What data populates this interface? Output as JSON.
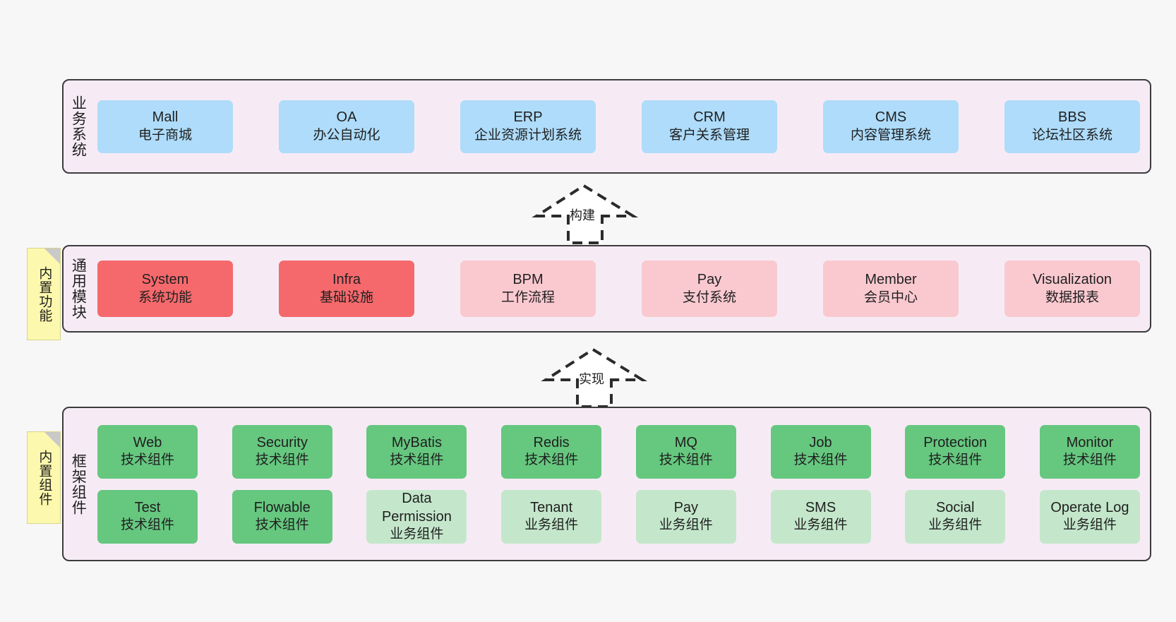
{
  "palette": {
    "canvas_bg": "#f7f7f7",
    "layer_bg": "#f6ebf5",
    "layer_border": "#3c3c3c",
    "blue": "#aedcfa",
    "red": "#f5696c",
    "pink": "#fac9d0",
    "green": "#66c77f",
    "light_green": "#c4e7cb",
    "note_bg": "#fcf8ad",
    "note_fold": "#c9c9c9",
    "text": "#1f1f1f"
  },
  "layers": {
    "business": {
      "title": "业务系统",
      "cards": [
        {
          "en": "Mall",
          "cn": "电子商城"
        },
        {
          "en": "OA",
          "cn": "办公自动化"
        },
        {
          "en": "ERP",
          "cn": "企业资源计划系统"
        },
        {
          "en": "CRM",
          "cn": "客户关系管理"
        },
        {
          "en": "CMS",
          "cn": "内容管理系统"
        },
        {
          "en": "BBS",
          "cn": "论坛社区系统"
        }
      ]
    },
    "module": {
      "title": "通用模块",
      "note": "内置功能",
      "cards": [
        {
          "en": "System",
          "cn": "系统功能",
          "color": "red"
        },
        {
          "en": "Infra",
          "cn": "基础设施",
          "color": "red"
        },
        {
          "en": "BPM",
          "cn": "工作流程",
          "color": "pink"
        },
        {
          "en": "Pay",
          "cn": "支付系统",
          "color": "pink"
        },
        {
          "en": "Member",
          "cn": "会员中心",
          "color": "pink"
        },
        {
          "en": "Visualization",
          "cn": "数据报表",
          "color": "pink"
        }
      ]
    },
    "framework": {
      "title": "框架组件",
      "note": "内置组件",
      "row1": [
        {
          "en": "Web",
          "cn": "技术组件",
          "color": "green"
        },
        {
          "en": "Security",
          "cn": "技术组件",
          "color": "green"
        },
        {
          "en": "MyBatis",
          "cn": "技术组件",
          "color": "green"
        },
        {
          "en": "Redis",
          "cn": "技术组件",
          "color": "green"
        },
        {
          "en": "MQ",
          "cn": "技术组件",
          "color": "green"
        },
        {
          "en": "Job",
          "cn": "技术组件",
          "color": "green"
        },
        {
          "en": "Protection",
          "cn": "技术组件",
          "color": "green"
        },
        {
          "en": "Monitor",
          "cn": "技术组件",
          "color": "green"
        }
      ],
      "row2": [
        {
          "en": "Test",
          "cn": "技术组件",
          "color": "green"
        },
        {
          "en": "Flowable",
          "cn": "技术组件",
          "color": "green"
        },
        {
          "en": "Data Permission",
          "cn": "业务组件",
          "color": "lgreen"
        },
        {
          "en": "Tenant",
          "cn": "业务组件",
          "color": "lgreen"
        },
        {
          "en": "Pay",
          "cn": "业务组件",
          "color": "lgreen"
        },
        {
          "en": "SMS",
          "cn": "业务组件",
          "color": "lgreen"
        },
        {
          "en": "Social",
          "cn": "业务组件",
          "color": "lgreen"
        },
        {
          "en": "Operate Log",
          "cn": "业务组件",
          "color": "lgreen"
        }
      ]
    }
  },
  "connectors": [
    {
      "label": "构建"
    },
    {
      "label": "实现"
    }
  ]
}
